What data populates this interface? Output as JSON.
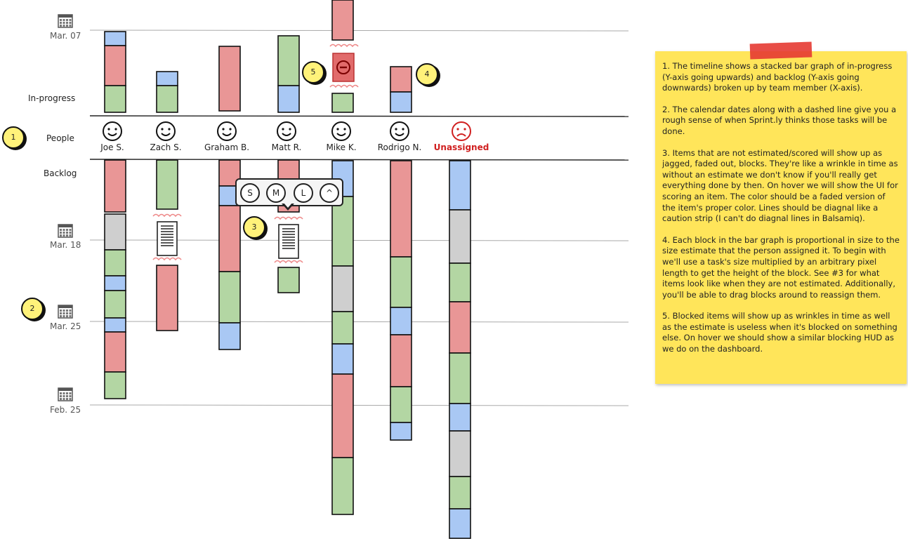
{
  "labels": {
    "in_progress": "In-progress",
    "people": "People",
    "backlog": "Backlog"
  },
  "dates": [
    {
      "label": "Mar. 07"
    },
    {
      "label": "Mar. 18"
    },
    {
      "label": "Mar. 25"
    },
    {
      "label": "Feb. 25"
    }
  ],
  "people": [
    {
      "name": "Joe S.",
      "mood": "happy"
    },
    {
      "name": "Zach S.",
      "mood": "happy"
    },
    {
      "name": "Graham B.",
      "mood": "happy"
    },
    {
      "name": "Matt R.",
      "mood": "happy"
    },
    {
      "name": "Mike K.",
      "mood": "happy"
    },
    {
      "name": "Rodrigo N.",
      "mood": "happy"
    },
    {
      "name": "Unassigned",
      "mood": "sad"
    }
  ],
  "hud": {
    "buttons": [
      "S",
      "M",
      "L",
      "^"
    ]
  },
  "callouts": [
    "1",
    "2",
    "3",
    "4",
    "5"
  ],
  "note": {
    "paragraphs": [
      "1. The timeline shows a stacked bar graph of in-progress (Y-axis going upwards) and backlog (Y-axis going downwards) broken up by team member (X-axis).",
      "2. The calendar dates along with a dashed line give you a rough sense of when Sprint.ly thinks those tasks will be done.",
      "3. Items that are not estimated/scored will show up as jagged, faded out, blocks. They're like a wrinkle in time as without an estimate we don't know if you'll really get everything done by then. On hover we will show the UI for scoring an item. The color should be a faded version of the item's proper color. Lines should be diagnal like a caution strip (I can't do diagnal lines in Balsamiq).",
      "4. Each block in the bar graph is proportional in size to the size estimate that the person assigned it. To begin with we'll use a task's size multiplied by an arbitrary pixel length to get the height of the block. See #3 for what items look like when they are not estimated. Additionally, you'll be able to drag blocks around to reassign them.",
      "5. Blocked items will show up as wrinkles in time as well as the estimate is useless when it's blocked on something else. On hover we should show a similar blocking HUD as we do on the dashboard."
    ]
  },
  "colors": {
    "red": "#e99696",
    "green": "#b3d6a3",
    "blue": "#a9c8f4",
    "gray": "#cfcfcf",
    "note": "#ffe55a",
    "callout": "#fff27a",
    "unassigned": "#d02020"
  }
}
